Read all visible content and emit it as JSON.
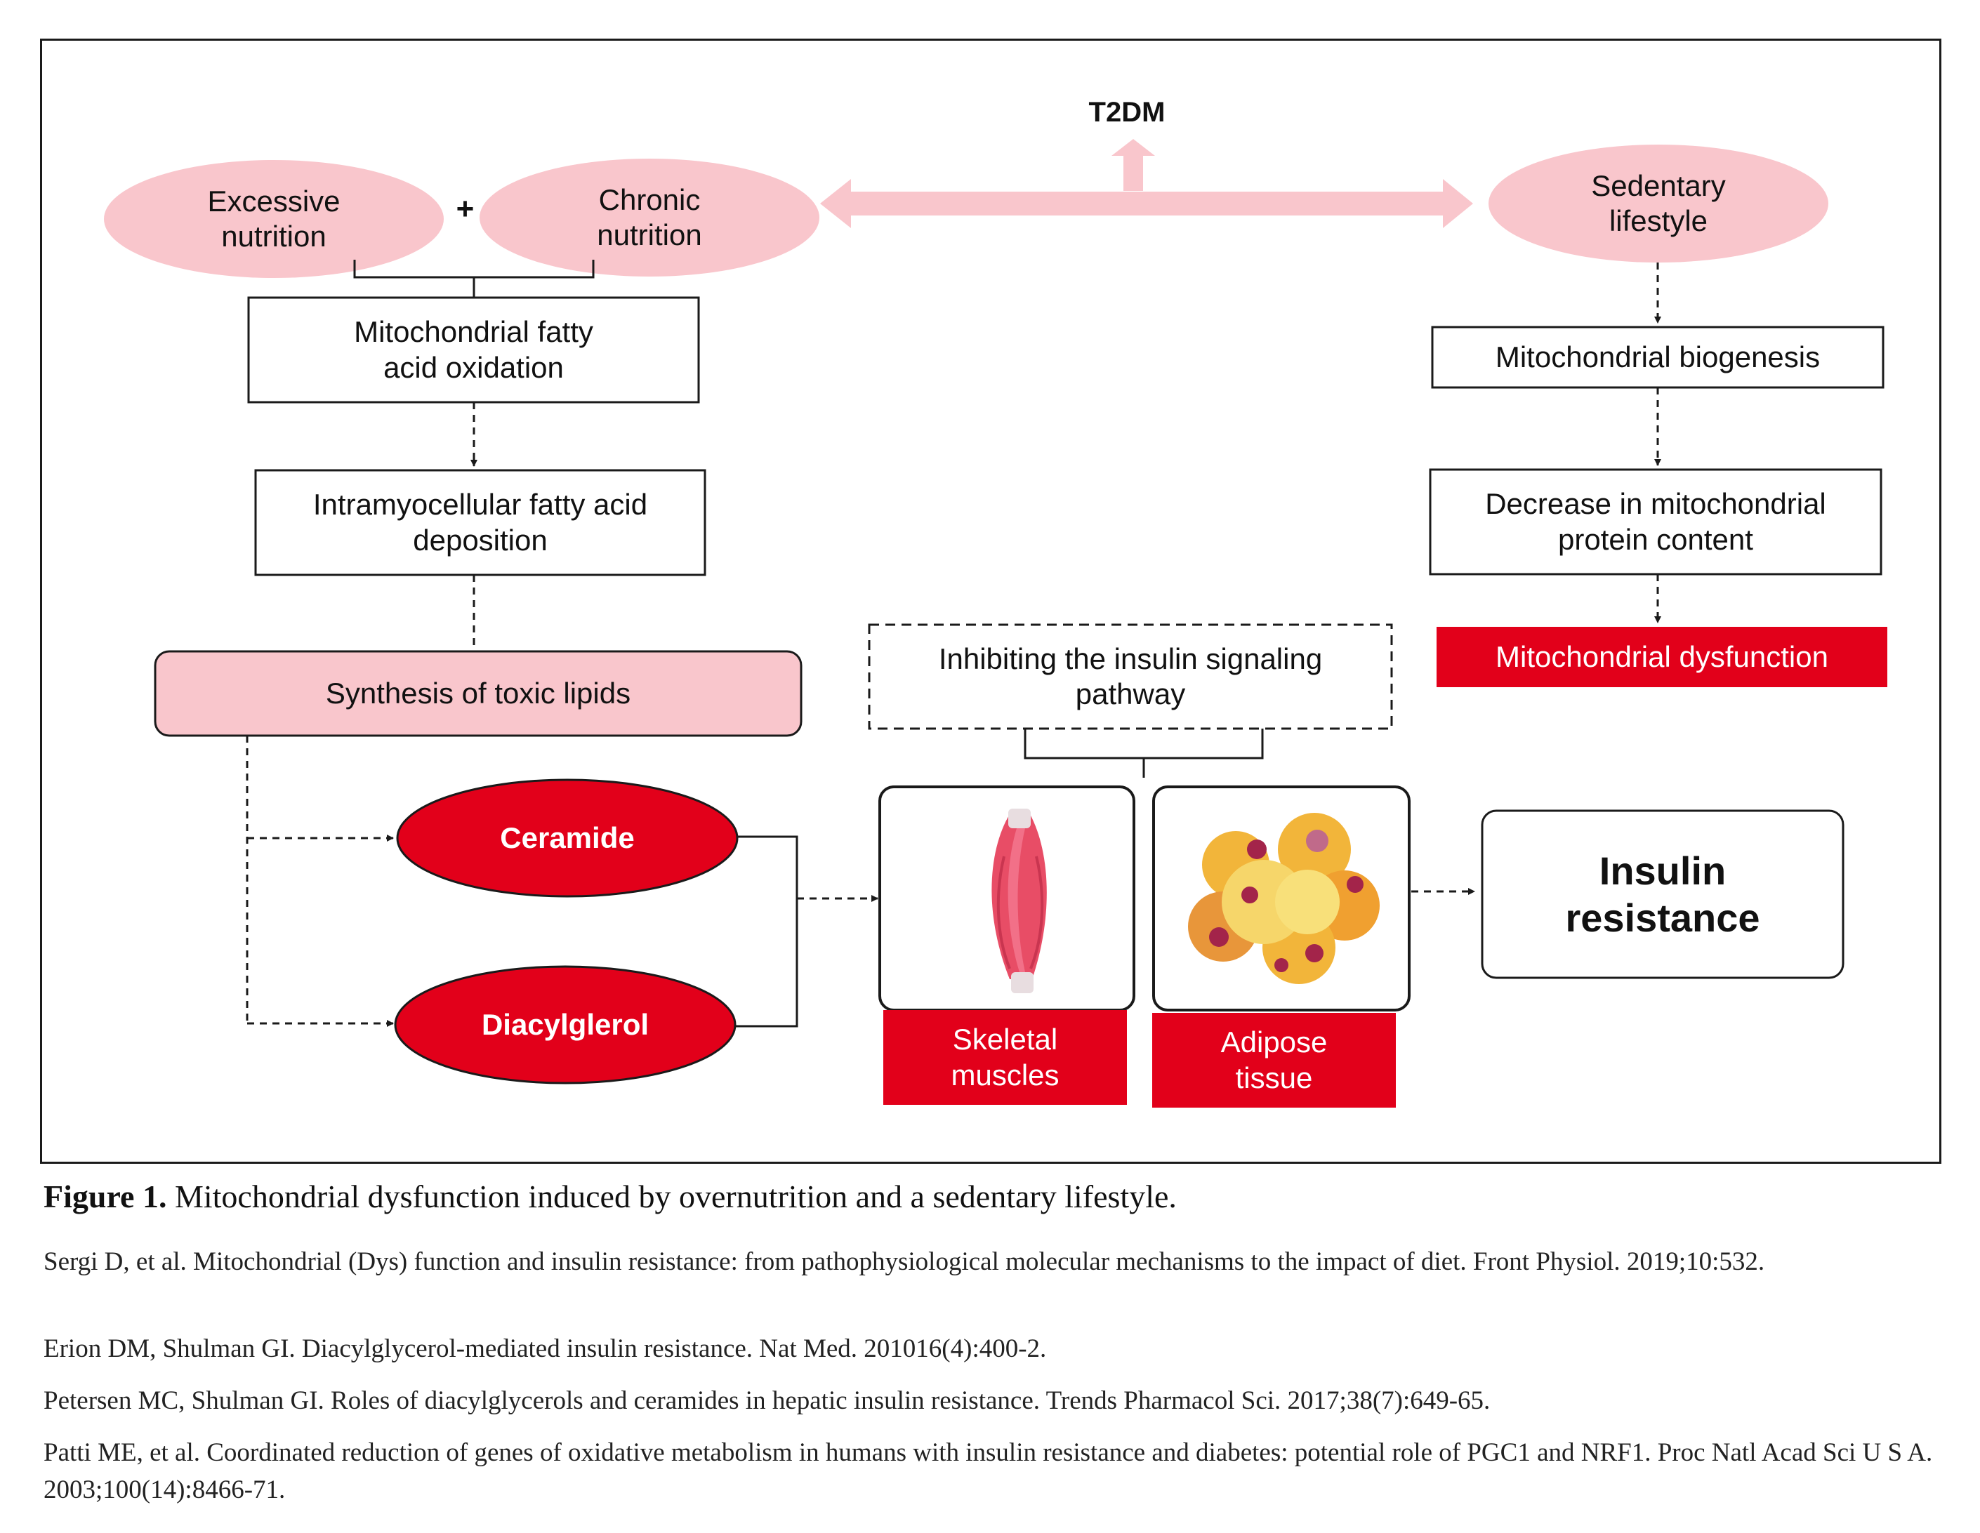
{
  "diagram": {
    "t2dm": "T2DM",
    "plus": "+",
    "excessive_nutrition": "Excessive\nnutrition",
    "chronic_nutrition": "Chronic\nnutrition",
    "sedentary_lifestyle": "Sedentary\nlifestyle",
    "mito_fatty_acid_oxidation": "Mitochondrial fatty\nacid oxidation",
    "intramyocellular_deposition": "Intramyocellular fatty acid\ndeposition",
    "synthesis_toxic_lipids": "Synthesis of toxic lipids",
    "ceramide": "Ceramide",
    "diacylglerol": "Diacylglerol",
    "inhibiting_insulin_signaling": "Inhibiting the insulin signaling\npathway",
    "skeletal_muscles": "Skeletal\nmuscles",
    "adipose_tissue": "Adipose\ntissue",
    "insulin_resistance": "Insulin\nresistance",
    "mito_biogenesis": "Mitochondrial biogenesis",
    "decrease_mito_protein": "Decrease in mitochondrial\nprotein content",
    "mito_dysfunction": "Mitochondrial dysfunction",
    "muscle_icon": "skeletal-muscle-icon",
    "adipose_icon": "adipose-cells-icon"
  },
  "colors": {
    "pink": "#f9c6cc",
    "red": "#e2001a",
    "line": "#1a1a1a"
  },
  "caption": {
    "label": "Figure 1.",
    "text": "Mitochondrial dysfunction induced by overnutrition and a sedentary lifestyle."
  },
  "references": [
    "Sergi D, et al. Mitochondrial (Dys) function and insulin resistance: from pathophysiological molecular mechanisms to the impact of diet. Front Physiol. 2019;10:532.",
    "Erion DM, Shulman GI. Diacylglycerol-mediated insulin resistance. Nat Med. 201016(4):400-2.",
    "Petersen MC, Shulman GI. Roles of diacylglycerols and ceramides in hepatic insulin resistance. Trends Pharmacol Sci. 2017;38(7):649-65.",
    "Patti ME, et al. Coordinated reduction of genes of oxidative metabolism in humans with insulin resistance and diabetes: potential role of PGC1 and NRF1. Proc Natl Acad Sci U S A. 2003;100(14):8466-71."
  ]
}
